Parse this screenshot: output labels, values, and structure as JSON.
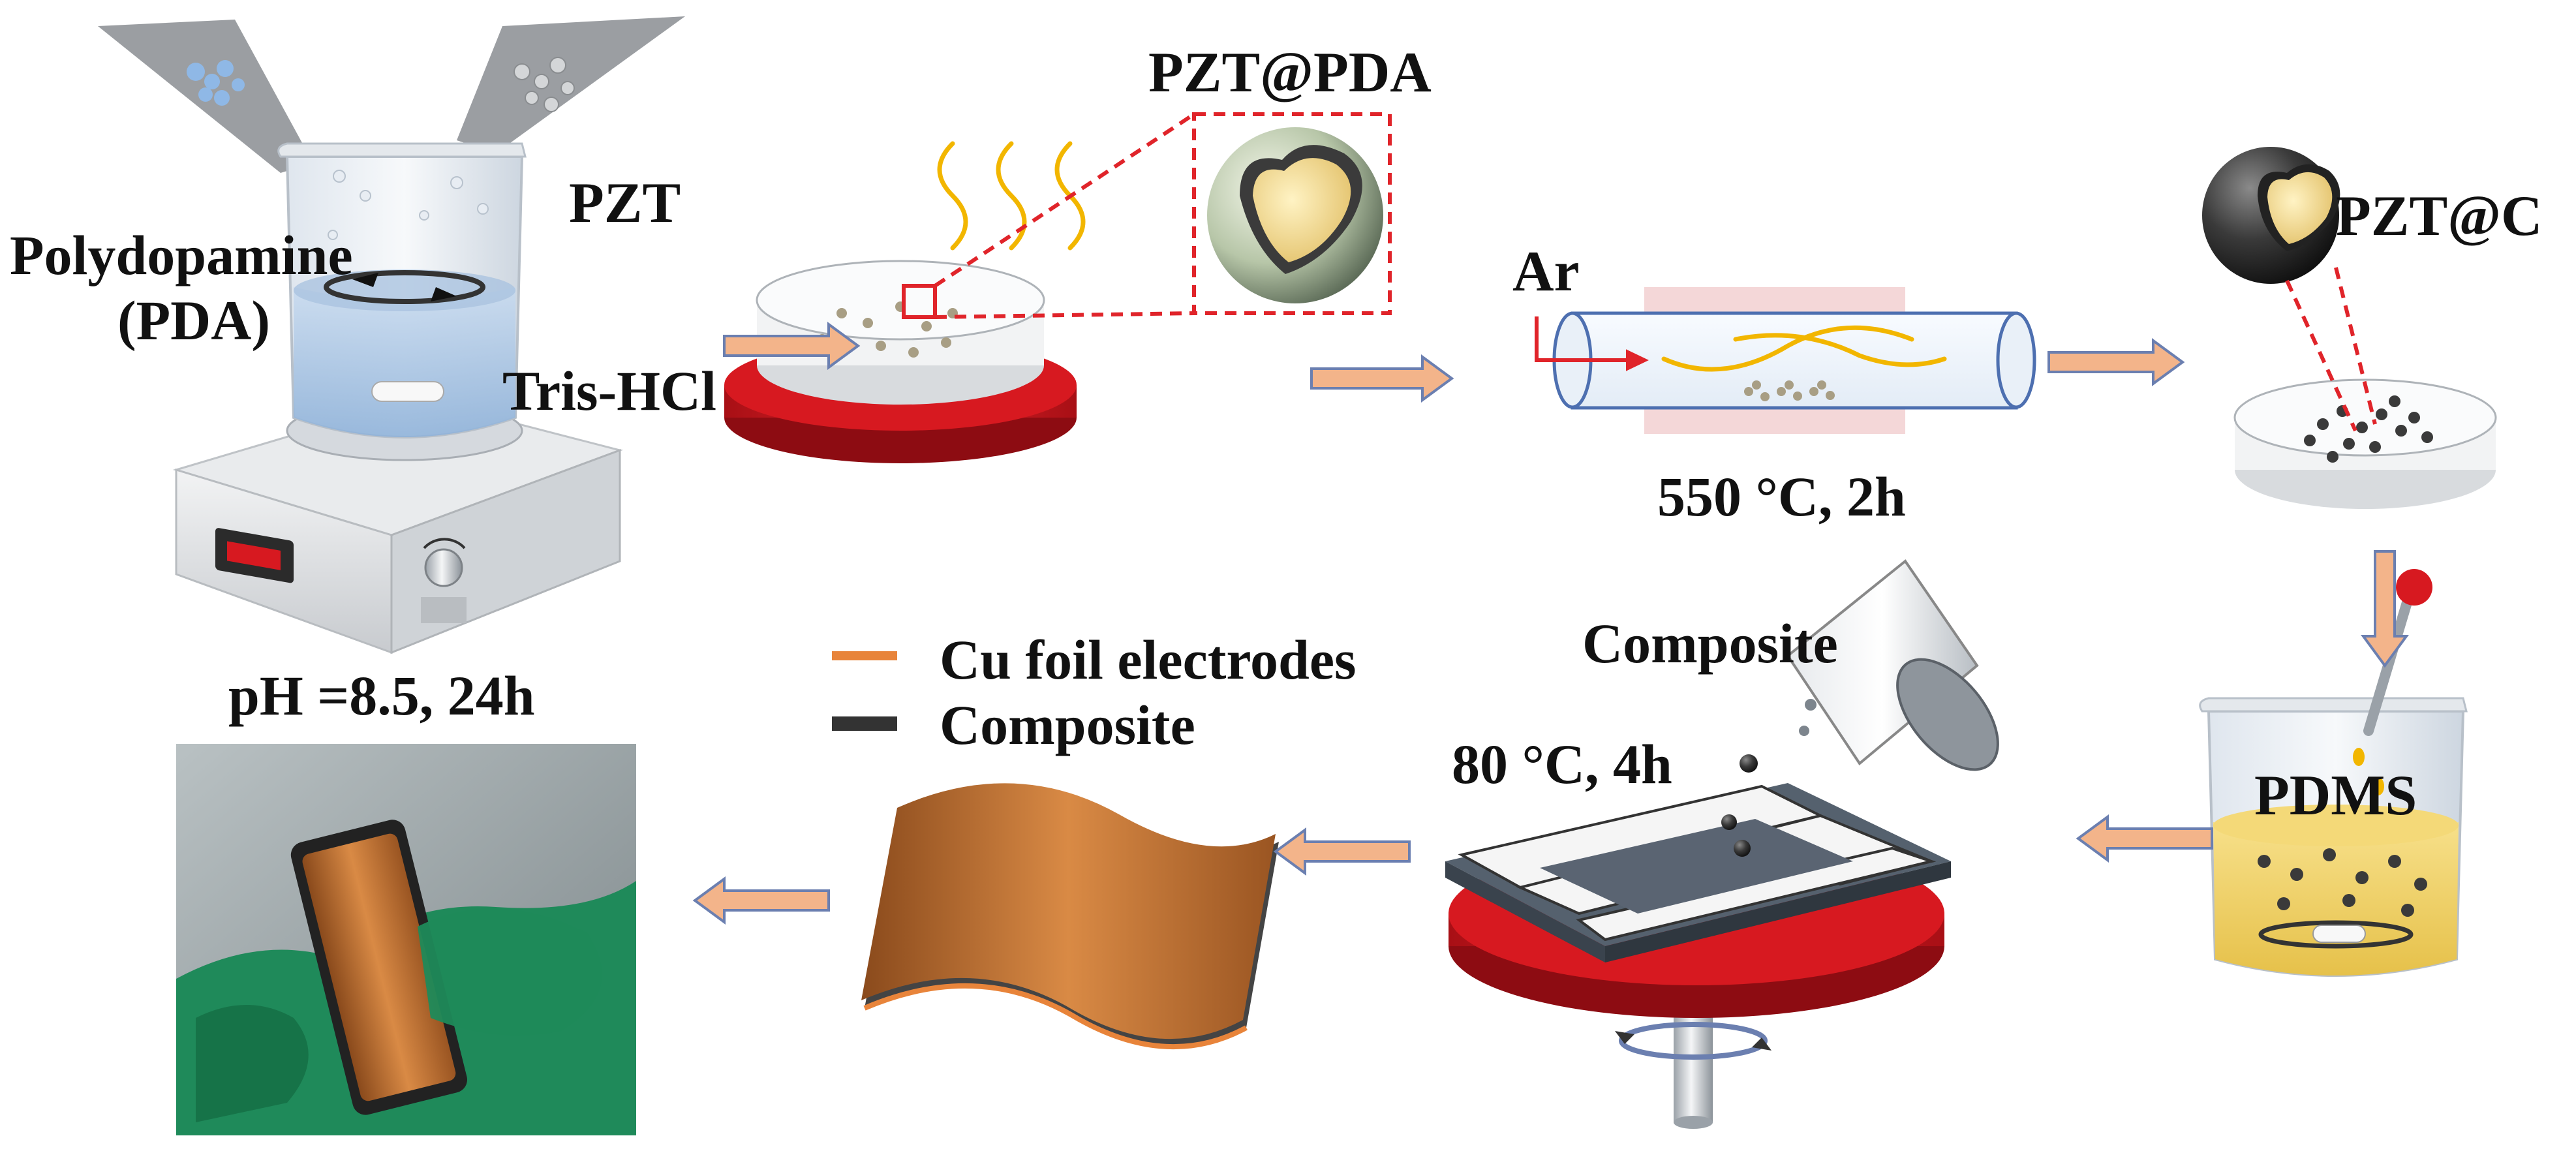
{
  "labels": {
    "pzt": "PZT",
    "polydopamine": "Polydopamine",
    "pda": "(PDA)",
    "tris_hcl": "Tris-HCl",
    "ph_time": "pH =8.5, 24h",
    "pzt_pda": "PZT@PDA",
    "ar": "Ar",
    "anneal": "550 °C, 2h",
    "pzt_c": "PZT@C",
    "pdms": "PDMS",
    "composite_pour": "Composite",
    "cure": "80 °C, 4h"
  },
  "legend": {
    "items": [
      {
        "label": "Cu foil electrodes",
        "color": "#e8843a"
      },
      {
        "label": "Composite",
        "color": "#333333"
      }
    ]
  },
  "colors": {
    "arrow": "#f3b48a",
    "arrow_outline": "#6b7fb0",
    "hotplate_red": "#d71920",
    "copper": "#c8752e",
    "glove_green": "#1f8a5a",
    "gold_fiber": "#f2b600",
    "dashed_red": "#e0242a"
  }
}
